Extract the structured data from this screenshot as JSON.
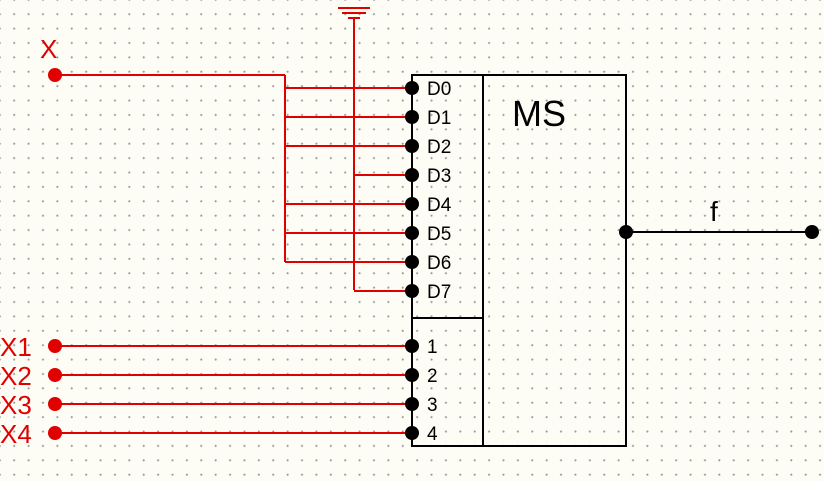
{
  "chip": {
    "name": "MS",
    "data_pins": [
      "D0",
      "D1",
      "D2",
      "D3",
      "D4",
      "D5",
      "D6",
      "D7"
    ],
    "select_pins": [
      "1",
      "2",
      "3",
      "4"
    ],
    "output_label": "f"
  },
  "inputs": {
    "x_label": "X",
    "select_inputs": [
      "X1",
      "X2",
      "X3",
      "X4"
    ]
  },
  "colors": {
    "input_wire": "#e00000",
    "chip_outline": "#000000",
    "background": "#fdfcf5"
  }
}
